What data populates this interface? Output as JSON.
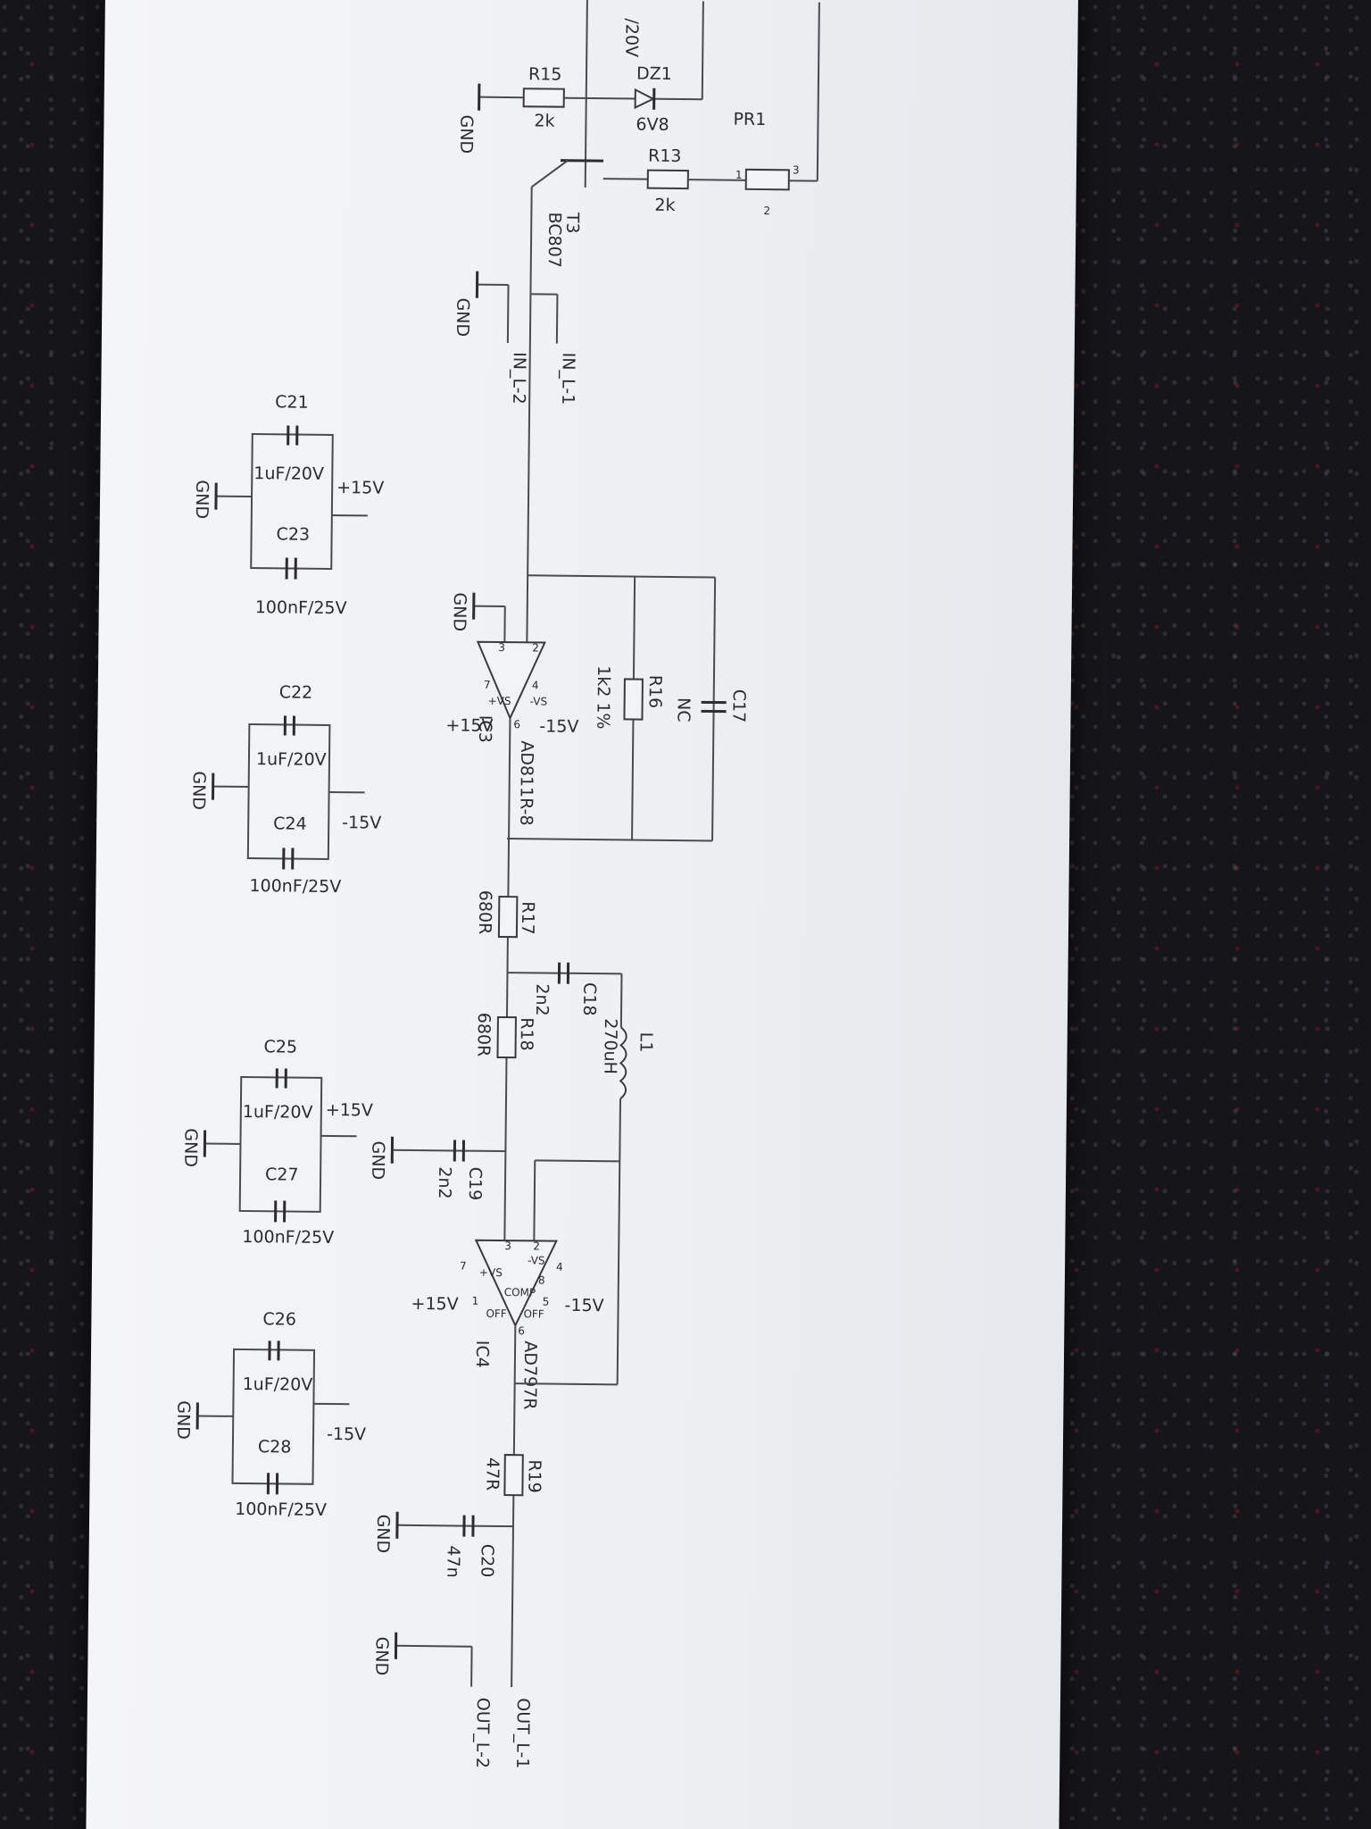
{
  "power_labels": {
    "pos": "+15V",
    "neg": "-15V",
    "gnd": "GND"
  },
  "vs_labels": {
    "pos": "+VS",
    "neg": "-VS"
  },
  "ports": {
    "in1": "IN_L-1",
    "in2": "IN_L-2",
    "out1": "OUT_L-1",
    "out2": "OUT_L-2"
  },
  "regulator": {
    "r15": {
      "ref": "R15",
      "value": "2k"
    },
    "dz1": {
      "ref": "DZ1",
      "value": "6V8",
      "partial": "/20V"
    },
    "t3": {
      "ref": "T3",
      "value": "BC807"
    },
    "r13": {
      "ref": "R13",
      "value": "2k"
    },
    "pr1": {
      "ref": "PR1",
      "pin1": "1",
      "pin2": "2",
      "pin3": "3"
    }
  },
  "stage1": {
    "ic3": {
      "ref": "IC3",
      "part": "AD811R-8",
      "pin2": "2",
      "pin3": "3",
      "pin4": "4",
      "pin6": "6",
      "pin7": "7"
    },
    "r16": {
      "ref": "R16",
      "value": "1k2 1%"
    },
    "c17": {
      "ref": "C17",
      "value": "NC"
    }
  },
  "filter": {
    "r17": {
      "ref": "R17",
      "value": "680R"
    },
    "r18": {
      "ref": "R18",
      "value": "680R"
    },
    "c18": {
      "ref": "C18",
      "value": "2n2"
    },
    "l1": {
      "ref": "L1",
      "value": "270uH"
    },
    "c19": {
      "ref": "C19",
      "value": "2n2"
    }
  },
  "stage2": {
    "ic4": {
      "ref": "IC4",
      "part": "AD797R",
      "pin1": "1",
      "pin2": "2",
      "pin3": "3",
      "pin4": "4",
      "pin5": "5",
      "pin6": "6",
      "pin7": "7",
      "pin8": "8",
      "comp": "COMP",
      "off": "OFF"
    },
    "r19": {
      "ref": "R19",
      "value": "47R"
    },
    "c20": {
      "ref": "C20",
      "value": "47n"
    }
  },
  "decoupling": [
    {
      "elec_ref": "C21",
      "elec_value": "1uF/20V",
      "cer_ref": "C23",
      "cer_value": "100nF/25V",
      "rail": "+15V"
    },
    {
      "elec_ref": "C22",
      "elec_value": "1uF/20V",
      "cer_ref": "C24",
      "cer_value": "100nF/25V",
      "rail": "-15V"
    },
    {
      "elec_ref": "C25",
      "elec_value": "1uF/20V",
      "cer_ref": "C27",
      "cer_value": "100nF/25V",
      "rail": "+15V"
    },
    {
      "elec_ref": "C26",
      "elec_value": "1uF/20V",
      "cer_ref": "C28",
      "cer_value": "100nF/25V",
      "rail": "-15V"
    }
  ]
}
